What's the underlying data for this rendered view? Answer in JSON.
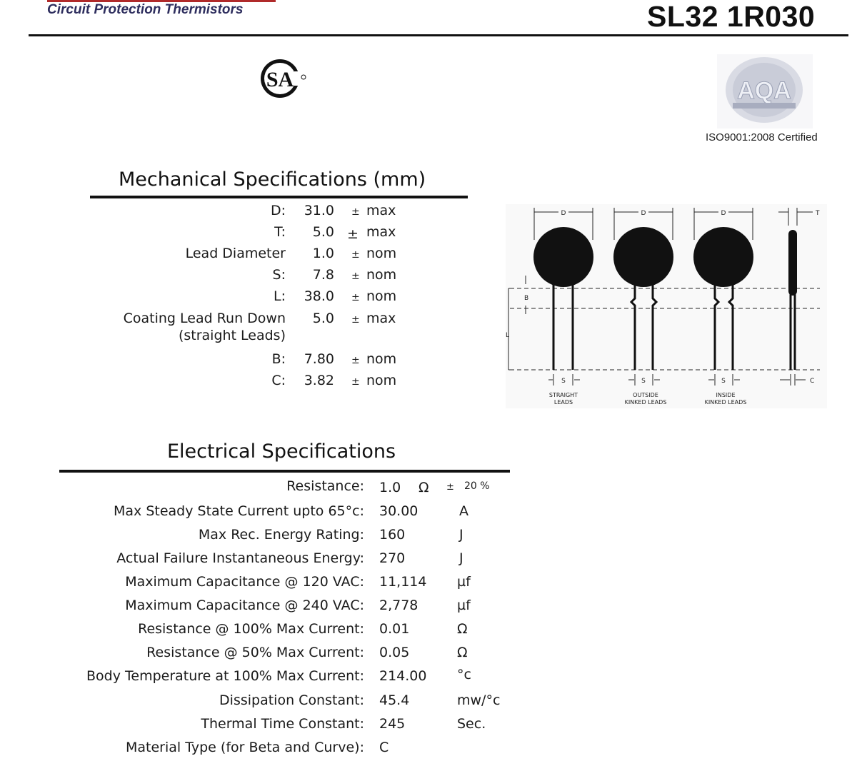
{
  "header": {
    "brand": "Circuit Protection Thermistors",
    "part_number": "SL32 1R030",
    "certification": "ISO9001:2008 Certified"
  },
  "logos": {
    "csa": "csa-logo",
    "aqa": "aqa-international-logo"
  },
  "mechanical": {
    "title": "Mechanical Specifications (mm)",
    "rows": [
      {
        "label": "D:",
        "value": "31.0",
        "pm": "±",
        "type": "max"
      },
      {
        "label": "T:",
        "value": "5.0",
        "pm": "±",
        "type": "max"
      },
      {
        "label": "Lead Diameter",
        "value": "1.0",
        "pm": "±",
        "type": "nom"
      },
      {
        "label": "S:",
        "value": "7.8",
        "pm": "±",
        "type": "nom"
      },
      {
        "label": "L:",
        "value": "38.0",
        "pm": "±",
        "type": "nom"
      },
      {
        "label": "Coating Lead Run Down",
        "label2": "(straight Leads)",
        "value": "5.0",
        "pm": "±",
        "type": "max"
      },
      {
        "label": "B:",
        "value": "7.80",
        "pm": "±",
        "type": "nom"
      },
      {
        "label": "C:",
        "value": "3.82",
        "pm": "±",
        "type": "nom"
      }
    ]
  },
  "diagram": {
    "d": "D",
    "t": "T",
    "b": "B",
    "l": "L",
    "s": "S",
    "c": "C",
    "captions": [
      [
        "STRAIGHT",
        "LEADS"
      ],
      [
        "OUTSIDE",
        "KINKED LEADS"
      ],
      [
        "INSIDE",
        "KINKED LEADS"
      ]
    ]
  },
  "electrical": {
    "title": "Electrical Specifications",
    "resistance": {
      "label": "Resistance:",
      "value": "1.0",
      "unit": "Ω",
      "pm": "±",
      "tol": "20 %"
    },
    "rows": [
      {
        "label": "Max Steady State Current upto 65°c:",
        "value": "30.00",
        "unit": "A"
      },
      {
        "label": "Max Rec. Energy Rating:",
        "value": "160",
        "unit": "J"
      },
      {
        "label": "Actual Failure Instantaneous Energy:",
        "value": "270",
        "unit": "J"
      },
      {
        "label": "Maximum Capacitance @ 120 VAC:",
        "value": "11,114",
        "unit": "µf"
      },
      {
        "label": "Maximum Capacitance @ 240 VAC:",
        "value": "2,778",
        "unit": "µf"
      },
      {
        "label": "Resistance @ 100% Max Current:",
        "value": "0.01",
        "unit": "Ω"
      },
      {
        "label": "Resistance @ 50% Max Current:",
        "value": "0.05",
        "unit": "Ω"
      },
      {
        "label": "Body Temperature at 100% Max Current:",
        "value": "214.00",
        "unit": "°c"
      },
      {
        "label": "Dissipation Constant:",
        "value": "45.4",
        "unit": "mw/°c"
      },
      {
        "label": "Thermal Time Constant:",
        "value": "245",
        "unit": "Sec."
      },
      {
        "label": "Material Type (for Beta and Curve):",
        "value": "C",
        "unit": ""
      }
    ]
  }
}
